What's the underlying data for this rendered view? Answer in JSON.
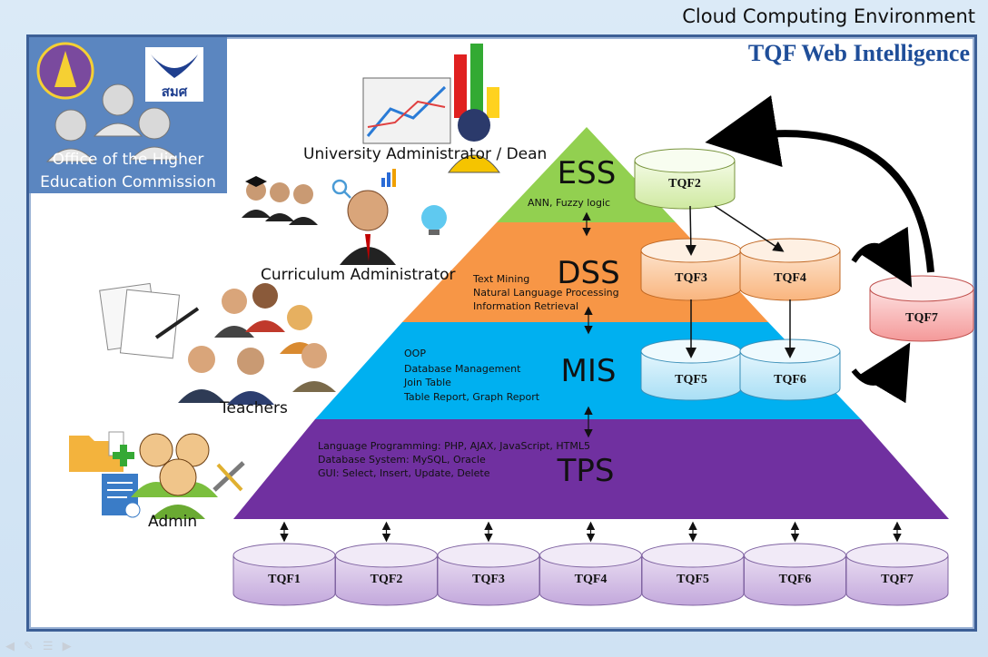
{
  "environment_title": "Cloud Computing Environment",
  "brand_title": "TQF Web Intelligence",
  "actors": {
    "ohec": "Office of the Higher Education Commission",
    "ohec_logo_text": "สมศ",
    "dean": "University Administrator / Dean",
    "curriculum": "Curriculum Administrator",
    "teachers": "Teachers",
    "admin": "Admin"
  },
  "levels": {
    "ess": {
      "name": "ESS",
      "lines": [
        "ANN, Fuzzy logic"
      ],
      "color": "#92d050"
    },
    "dss": {
      "name": "DSS",
      "lines": [
        "Text Mining",
        "Natural Language Processing",
        "Information Retrieval"
      ],
      "color": "#f79646"
    },
    "mis": {
      "name": "MIS",
      "lines": [
        "OOP",
        "Database Management",
        "Join Table",
        "Table Report, Graph Report"
      ],
      "color": "#00b0f0"
    },
    "tps": {
      "name": "TPS",
      "lines": [
        "Language Programming: PHP, AJAX, JavaScript, HTML5",
        "Database System: MySQL, Oracle",
        "GUI: Select, Insert, Update, Delete"
      ],
      "color": "#7030a0"
    }
  },
  "pyramid_dbs": {
    "tqf2": "TQF2",
    "tqf3": "TQF3",
    "tqf4": "TQF4",
    "tqf5": "TQF5",
    "tqf6": "TQF6",
    "tqf7": "TQF7"
  },
  "bottom_dbs": [
    "TQF1",
    "TQF2",
    "TQF3",
    "TQF4",
    "TQF5",
    "TQF6",
    "TQF7"
  ]
}
